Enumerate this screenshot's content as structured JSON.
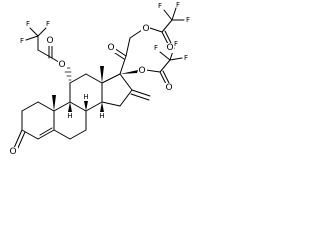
{
  "molecule": {
    "atom_labels": {
      "ketone_o": "O",
      "c3_o": "O",
      "c20_o": "O",
      "c21_o": "O",
      "c21_ester_o": "O",
      "c17_o": "O",
      "c17_ester_o": "O",
      "c11_o": "O",
      "c11_ester_o": "O",
      "f": "F",
      "h": "H"
    },
    "colors": {
      "bond": "#000000",
      "background": "#ffffff"
    }
  }
}
